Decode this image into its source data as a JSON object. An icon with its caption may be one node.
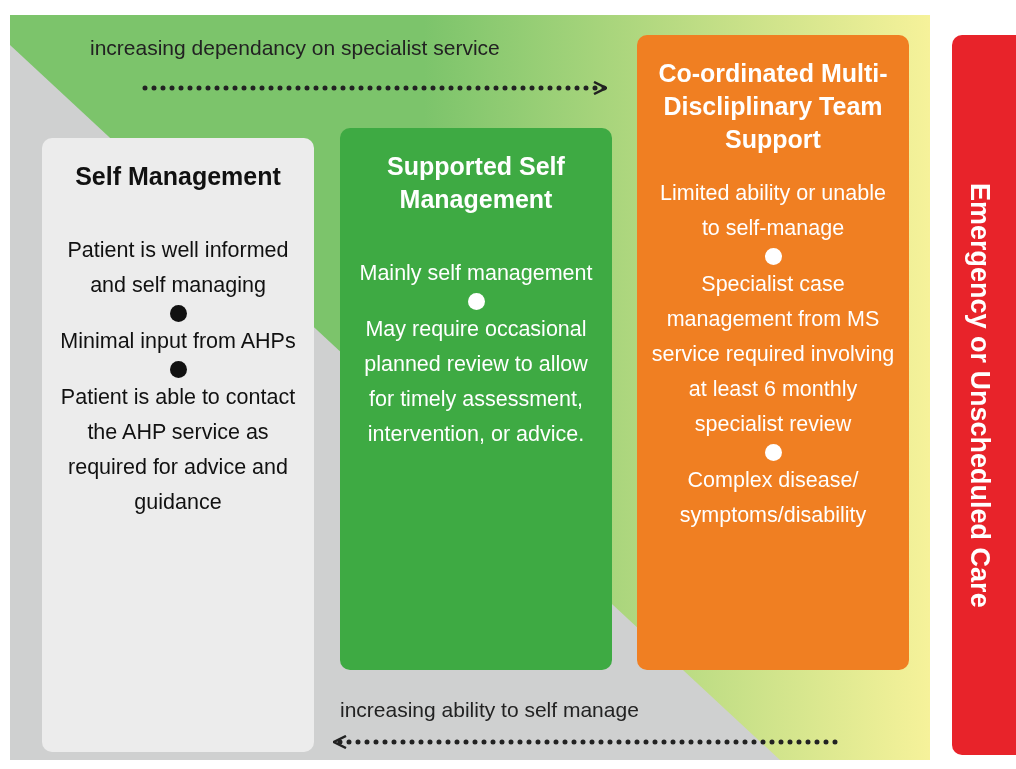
{
  "diagram": {
    "nodes": [
      {
        "text": [
          "Self Management",
          "Patient is well informed and self managing",
          "Minimal input from AHPs",
          "Patient is able to contact the AHP service as required for advice and guidance"
        ]
      },
      {
        "text": [
          "Supported Self Management",
          "Mainly self management",
          "May require occasional planned review to allow for timely assessment, intervention, or advice."
        ]
      },
      {
        "text": [
          "Co-ordinated Multi-Discliplinary Team Support",
          "Limited ability or unable to self-manage",
          "Specialist case management from MS service required involving at least 6 monthly specialist review",
          "Complex disease/ symptoms/disability"
        ]
      },
      {
        "text": [
          "Emergency or Unscheduled Care"
        ]
      }
    ],
    "labels": [
      "increasing dependancy on specialist service",
      "increasing ability to self manage"
    ]
  }
}
